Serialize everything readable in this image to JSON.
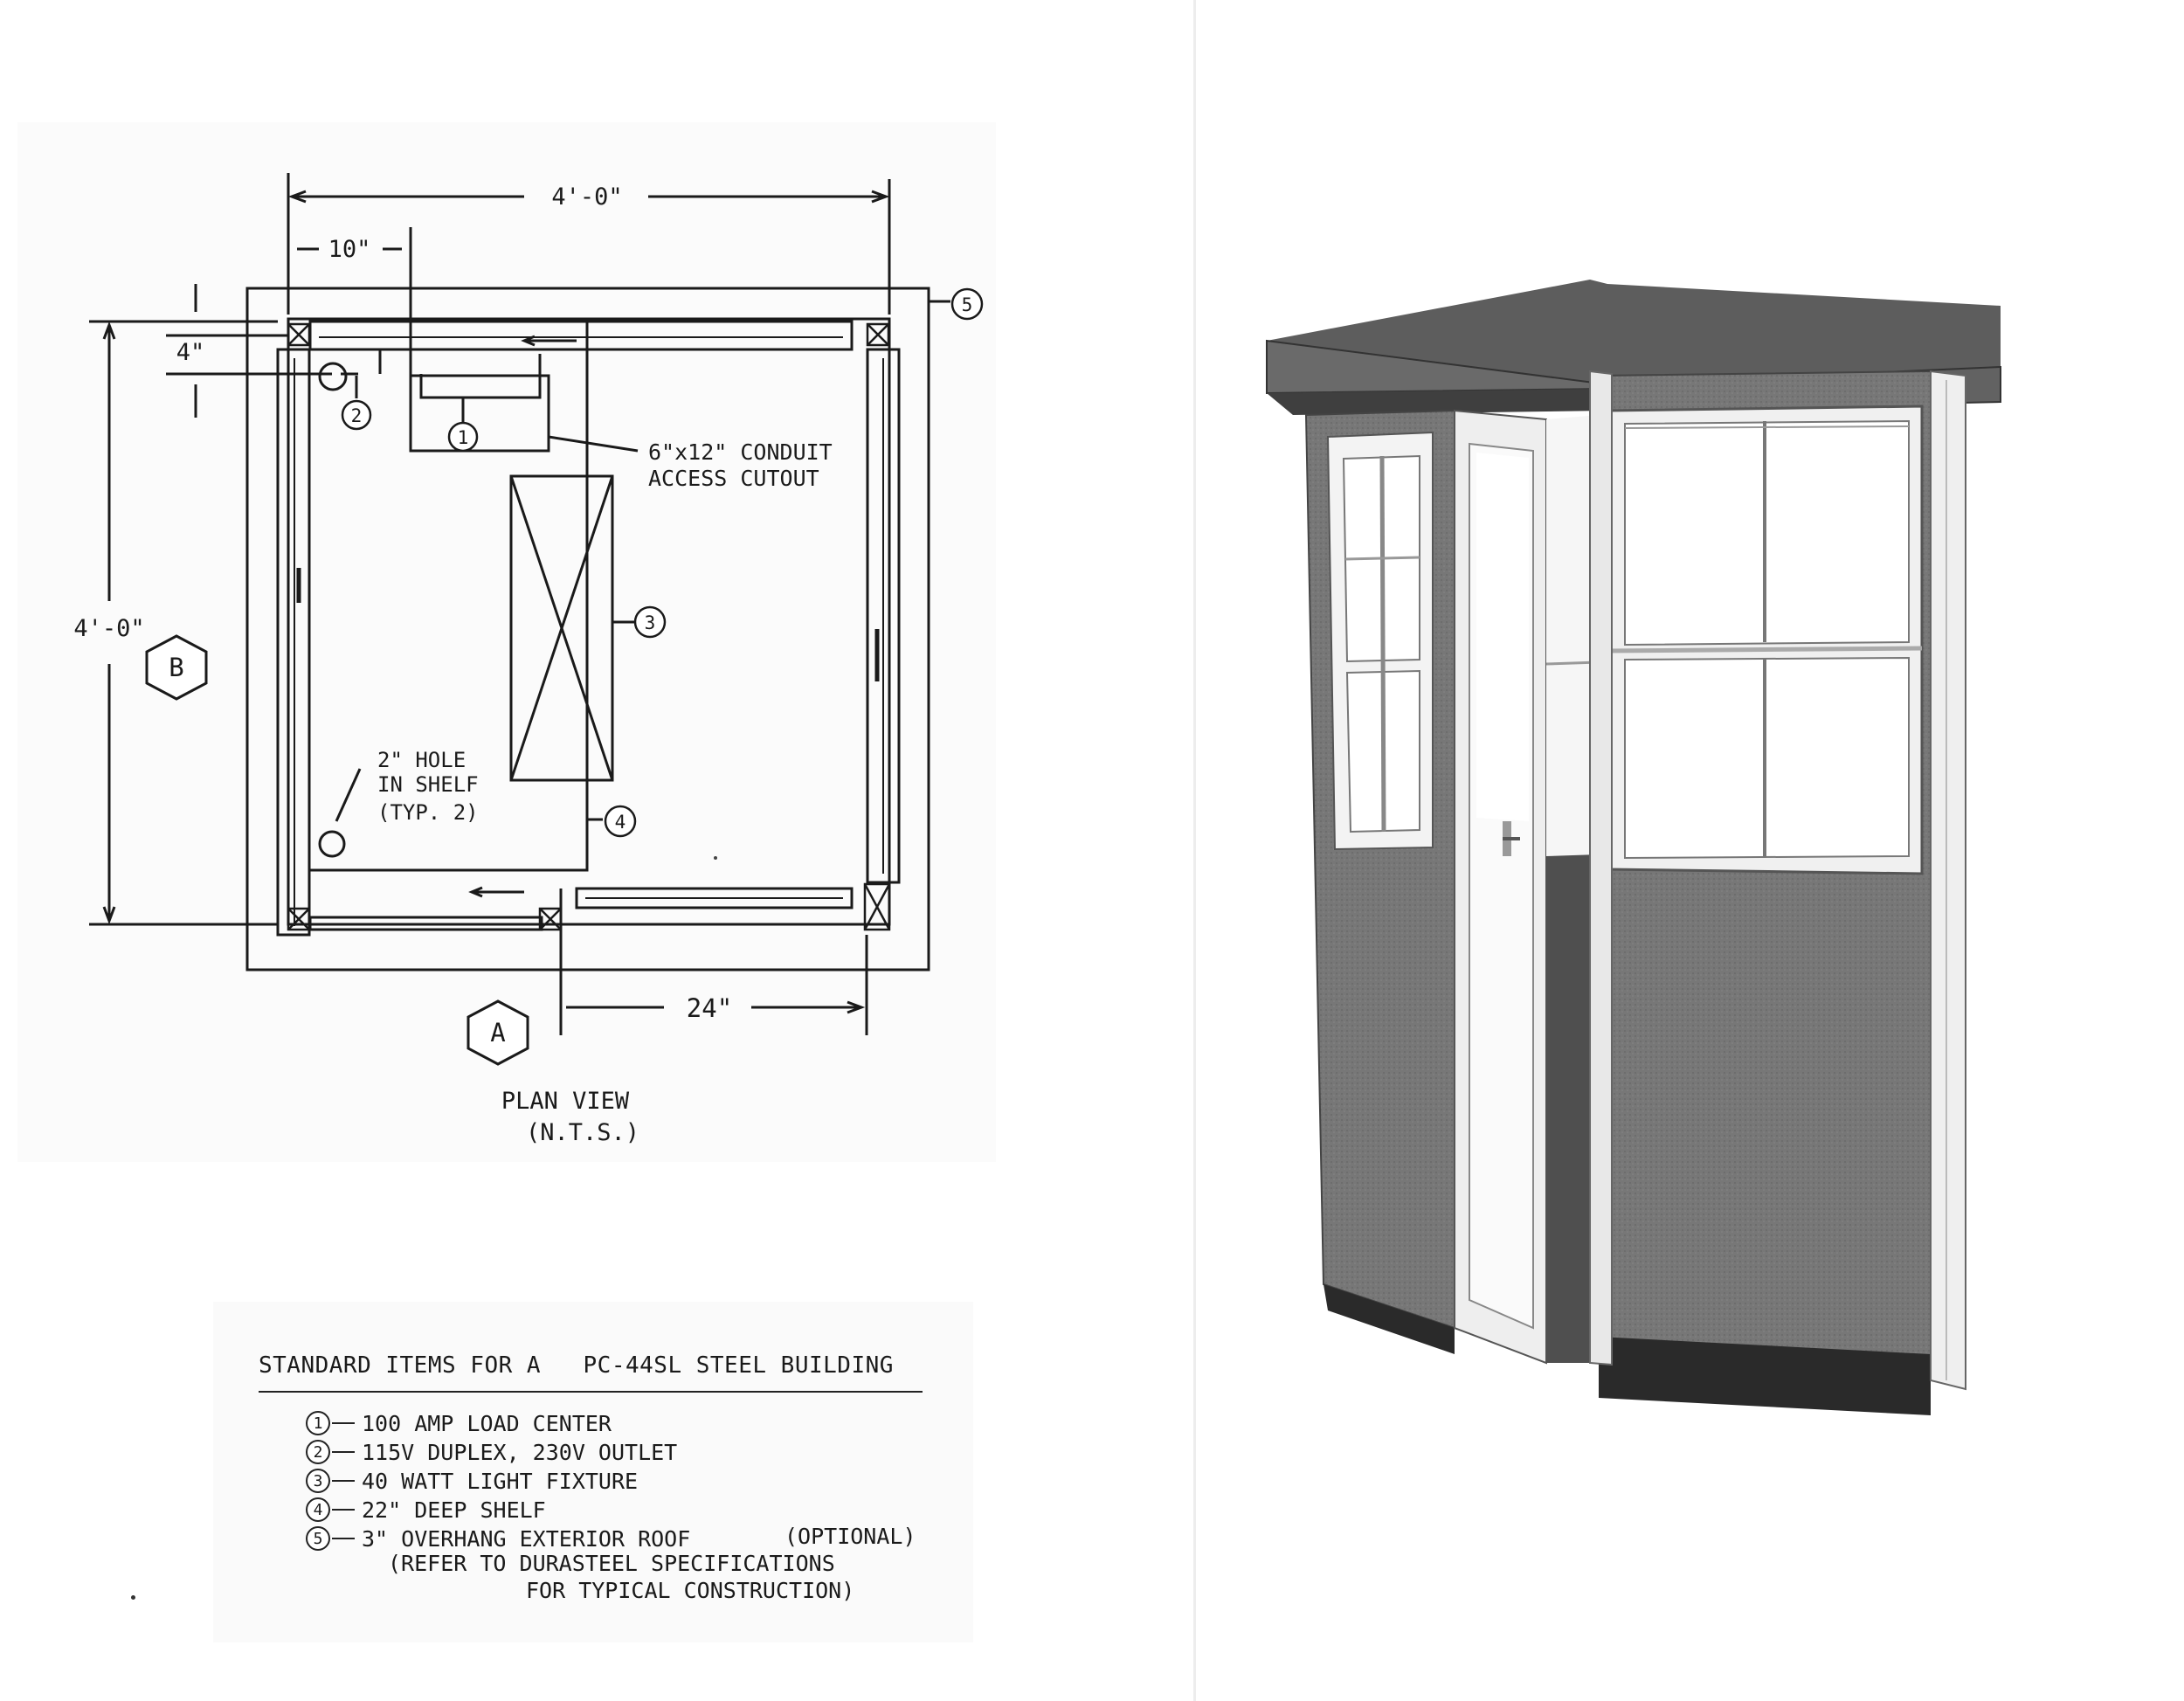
{
  "plan": {
    "dim_overall_width": "4'-0\"",
    "dim_overall_depth": "4'-0\"",
    "dim_offset_side": "10\"",
    "dim_offset_top": "4\"",
    "dim_door": "24\"",
    "callout_conduit_line1": "6\"x12\" CONDUIT",
    "callout_conduit_line2": "ACCESS CUTOUT",
    "callout_hole_line1": "2\" HOLE",
    "callout_hole_line2": "IN SHELF",
    "callout_hole_line3": "(TYP. 2)",
    "view_label_a": "A",
    "view_label_b": "B",
    "title": "PLAN VIEW",
    "subtitle": "(N.T.S.)",
    "markers": [
      "1",
      "2",
      "3",
      "4",
      "5"
    ]
  },
  "legend": {
    "title": "STANDARD ITEMS FOR A   PC-44SL STEEL BUILDING",
    "items": [
      {
        "num": "1",
        "text": "100 AMP LOAD CENTER"
      },
      {
        "num": "2",
        "text": "115V DUPLEX, 230V OUTLET"
      },
      {
        "num": "3",
        "text": "40 WATT LIGHT FIXTURE"
      },
      {
        "num": "4",
        "text": "22\" DEEP SHELF"
      },
      {
        "num": "5",
        "text": "3\" OVERHANG EXTERIOR ROOF"
      }
    ],
    "optional_note": "(OPTIONAL)",
    "refer_line1": "(REFER TO DURASTEEL SPECIFICATIONS",
    "refer_line2": "FOR TYPICAL CONSTRUCTION)"
  },
  "colors": {
    "ink": "#1a1a1a",
    "booth_panel": "#737373",
    "booth_roof": "#6a6a6a",
    "booth_frame": "#eeeeee",
    "booth_base": "#2a2a2a"
  }
}
